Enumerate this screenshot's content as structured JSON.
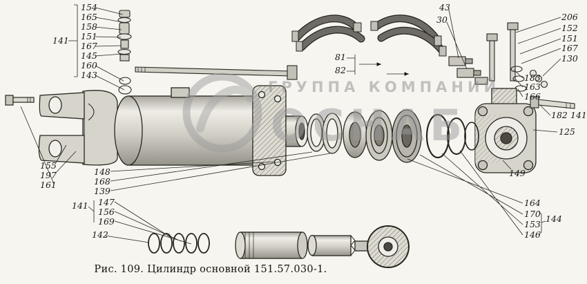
{
  "figure": {
    "caption": "Рис. 109. Цилиндр основной 151.57.030-1."
  },
  "watermark": {
    "line1": "ГРУППА КОМПАНИЙ",
    "line2": "ОСНАБ"
  },
  "callouts": {
    "left_valve_group": [
      "154",
      "165",
      "158",
      "151",
      "167",
      "145",
      "160",
      "143"
    ],
    "left_valve_bracket": "141",
    "left_fork_group": [
      "155",
      "197",
      "161"
    ],
    "mid_seal_group": [
      "148",
      "168",
      "139"
    ],
    "mid_ring_group": [
      "147",
      "156",
      "169"
    ],
    "mid_ring_bracket": "141",
    "bottom_ring_label": "142",
    "top_fitting_group": [
      "43",
      "30"
    ],
    "hose_group": [
      "81",
      "82"
    ],
    "right_top_group": [
      "206",
      "152",
      "151",
      "167",
      "130"
    ],
    "right_washer_group": [
      "183",
      "163",
      "166"
    ],
    "right_bolt_group": [
      "182",
      "141"
    ],
    "right_cap_labels": [
      "125",
      "149"
    ],
    "right_piston_group": [
      "164",
      "170",
      "153",
      "146"
    ],
    "right_piston_bracket": "144"
  }
}
